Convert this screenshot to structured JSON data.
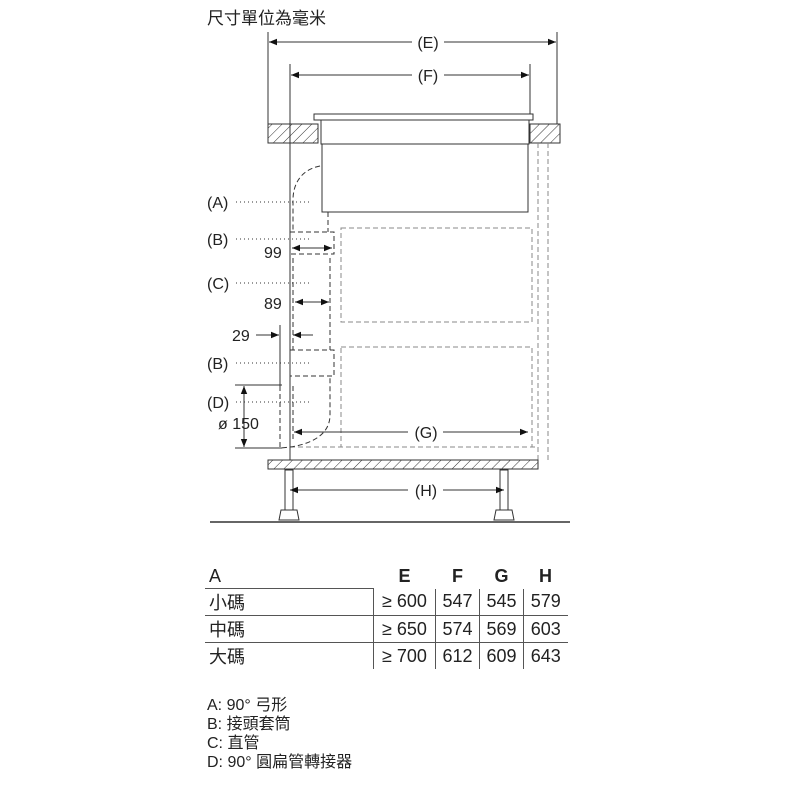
{
  "title": "尺寸單位為毫米",
  "diagram": {
    "labels": {
      "E": "(E)",
      "F": "(F)",
      "G": "(G)",
      "H": "(H)",
      "A": "(A)",
      "B1": "(B)",
      "C": "(C)",
      "B2": "(B)",
      "D": "(D)"
    },
    "dims": {
      "d99": "99",
      "d89": "89",
      "d29": "29",
      "d150": "ø 150"
    }
  },
  "table": {
    "headers": [
      "A",
      "E",
      "F",
      "G",
      "H"
    ],
    "rows": [
      [
        "小碼",
        "≥ 600",
        "547",
        "545",
        "579"
      ],
      [
        "中碼",
        "≥ 650",
        "574",
        "569",
        "603"
      ],
      [
        "大碼",
        "≥ 700",
        "612",
        "609",
        "643"
      ]
    ]
  },
  "legend": [
    "A: 90° 弓形",
    "B: 接頭套筒",
    "C: 直管",
    "D: 90° 圓扁管轉接器"
  ]
}
